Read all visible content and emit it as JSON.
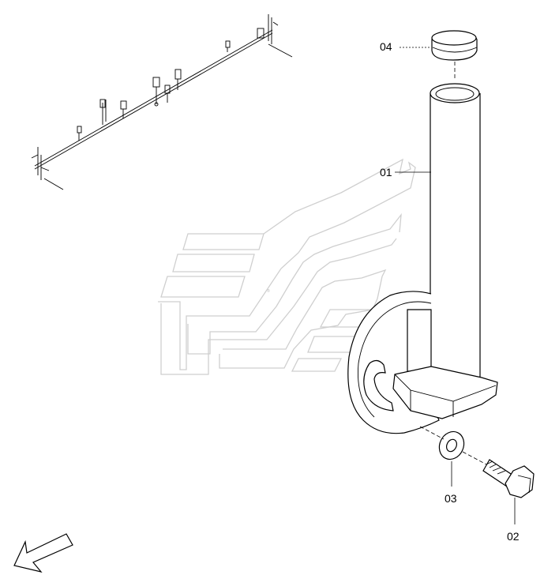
{
  "callouts": {
    "part_01": "01",
    "part_02": "02",
    "part_03": "03",
    "part_04": "04"
  },
  "colors": {
    "line": "#000000",
    "watermark": "#cfcfcf",
    "background": "#ffffff"
  },
  "icons": {
    "orientation_arrow": "arrow-down-left-icon",
    "watermark_logo": "manufacturer-logo-icon"
  }
}
